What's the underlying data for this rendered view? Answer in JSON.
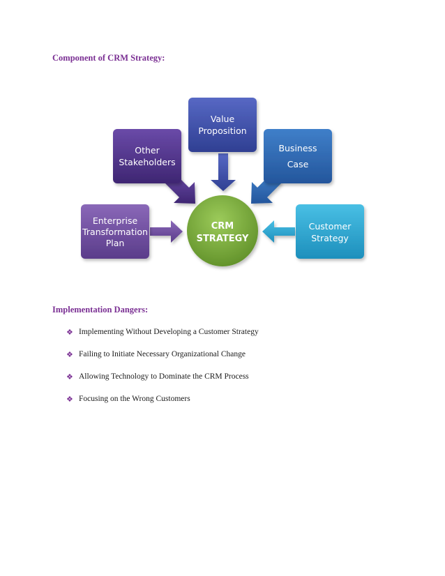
{
  "section1": {
    "heading": "Component of CRM Strategy:"
  },
  "diagram": {
    "center": {
      "line1": "CRM",
      "line2": "STRATEGY"
    },
    "boxes": {
      "value": {
        "line1": "Value",
        "line2": "Proposition"
      },
      "other": {
        "line1": "Other",
        "line2": "Stakeholders"
      },
      "business": {
        "line1": "Business",
        "line2": "Case"
      },
      "enterprise": {
        "line1": "Enterprise",
        "line2": "Transformation",
        "line3": "Plan"
      },
      "customer": {
        "line1": "Customer",
        "line2": "Strategy"
      }
    },
    "colors": {
      "purple_dark": "#4b2f85",
      "blue": "#3a4fa8",
      "steel_blue": "#2c63b0",
      "violet": "#6d4b9c",
      "cyan": "#2aa2cc",
      "green": "#77a83a"
    }
  },
  "section2": {
    "heading": "Implementation Dangers:",
    "items": [
      "Implementing Without Developing a Customer Strategy",
      "Failing to Initiate Necessary Organizational Change",
      "Allowing Technology to Dominate the CRM Process",
      "Focusing on the Wrong Customers"
    ]
  }
}
